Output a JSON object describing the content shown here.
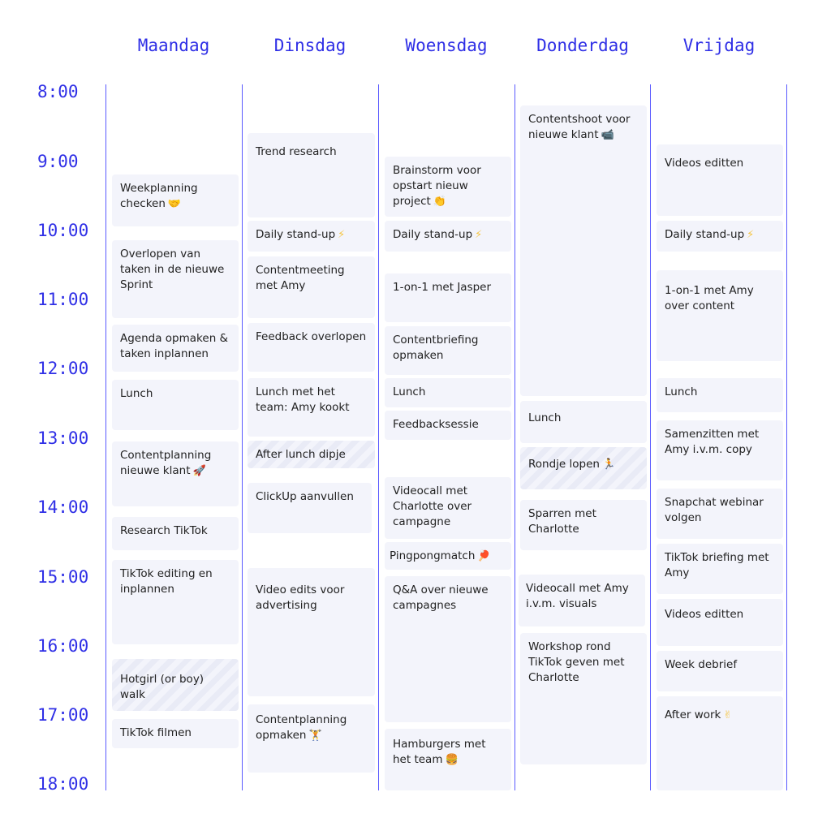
{
  "days": [
    "Maandag",
    "Dinsdag",
    "Woensdag",
    "Donderdag",
    "Vrijdag"
  ],
  "times": [
    "8:00",
    "9:00",
    "10:00",
    "11:00",
    "12:00",
    "13:00",
    "14:00",
    "15:00",
    "16:00",
    "17:00",
    "18:00"
  ],
  "colors": {
    "accent": "#2f2fe6",
    "line": "#5a5aff",
    "card": "#f3f4fb"
  },
  "events": {
    "mon": [
      {
        "label": "Weekplanning checken",
        "emoji": "🤝"
      },
      {
        "label": "Overlopen van taken in de nieuwe Sprint"
      },
      {
        "label": "Agenda opmaken & taken inplannen"
      },
      {
        "label": "Lunch"
      },
      {
        "label": "Contentplanning nieuwe klant",
        "emoji": "🚀"
      },
      {
        "label": "Research TikTok"
      },
      {
        "label": "TikTok editing en inplannen"
      },
      {
        "label": "Hotgirl (or boy) walk"
      },
      {
        "label": "TikTok filmen"
      }
    ],
    "tue": [
      {
        "label": "Trend research"
      },
      {
        "label": "Daily stand-up",
        "emoji": "⚡"
      },
      {
        "label": "Contentmeeting met Amy"
      },
      {
        "label": "Feedback overlopen"
      },
      {
        "label": "Lunch met het team: Amy kookt"
      },
      {
        "label": "After lunch dipje"
      },
      {
        "label": "ClickUp aanvullen"
      },
      {
        "label": "Video edits voor advertising"
      },
      {
        "label": "Contentplanning opmaken",
        "emoji": "🏋"
      }
    ],
    "wed": [
      {
        "label": "Brainstorm voor opstart nieuw project",
        "emoji": "👏"
      },
      {
        "label": "Daily stand-up",
        "emoji": "⚡"
      },
      {
        "label": "1-on-1 met Jasper"
      },
      {
        "label": "Contentbriefing opmaken"
      },
      {
        "label": "Lunch"
      },
      {
        "label": "Feedbacksessie"
      },
      {
        "label": "Videocall met Charlotte over campagne"
      },
      {
        "label": "Pingpongmatch",
        "emoji": "🏓"
      },
      {
        "label": "Q&A over nieuwe campagnes"
      },
      {
        "label": "Hamburgers met het team",
        "emoji": "🍔"
      }
    ],
    "thu": [
      {
        "label": "Contentshoot voor nieuwe klant",
        "emoji": "📹"
      },
      {
        "label": "Lunch"
      },
      {
        "label": "Rondje lopen",
        "emoji": "🏃"
      },
      {
        "label": "Sparren met Charlotte"
      },
      {
        "label": "Videocall met Amy i.v.m. visuals"
      },
      {
        "label": "Workshop rond TikTok geven met Charlotte"
      }
    ],
    "fri": [
      {
        "label": "Videos editten"
      },
      {
        "label": "Daily stand-up",
        "emoji": "⚡"
      },
      {
        "label": "1-on-1 met Amy over content"
      },
      {
        "label": "Lunch"
      },
      {
        "label": "Samenzitten met Amy i.v.m. copy"
      },
      {
        "label": "Snapchat webinar volgen"
      },
      {
        "label": "TikTok briefing met Amy"
      },
      {
        "label": "Videos editten"
      },
      {
        "label": "Week debrief"
      },
      {
        "label": "After work",
        "emoji": "✌"
      }
    ]
  }
}
